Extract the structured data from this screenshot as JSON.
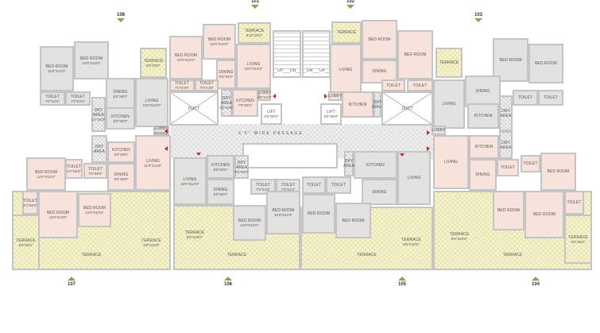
{
  "passage": {
    "label": "3'0\" WIDE PASSAGE"
  },
  "stairs": {
    "left": {
      "a": "UP",
      "b": "DN"
    },
    "right": {
      "a": "DN",
      "b": "UP"
    }
  },
  "markers": {
    "m108": "108",
    "m101": "101",
    "m102": "102",
    "m103": "103",
    "m107": "107",
    "m106": "106",
    "m105": "105",
    "m104": "104"
  },
  "colors": {
    "flat_pink": "#f8e3dc",
    "flat_gray": "#e4e2e1",
    "terrace": "#f6f4cf",
    "entry": "#d0202a",
    "marker": "#8ca05a"
  },
  "units": {
    "u108": {
      "rooms": [
        {
          "name": "BED ROOM",
          "dim": "10'0\"X12'0\""
        },
        {
          "name": "BED ROOM",
          "dim": "10'0\"X10'0\""
        },
        {
          "name": "TOILET",
          "dim": "7'0\"X4'3\""
        },
        {
          "name": "TOILET",
          "dim": "7'0\"X4'3\""
        },
        {
          "name": "DINING",
          "dim": "8'4\"X8'0\""
        },
        {
          "name": "LIVING",
          "dim": "10'0\"X14'0\""
        },
        {
          "name": "KITCHEN",
          "dim": "8'0\"X8'0\""
        },
        {
          "name": "DRY AREA",
          "dim": "4'0\"X5'0\""
        },
        {
          "name": "TERRACE",
          "dim": "8'6\"X8'0\""
        },
        {
          "name": "LOBBY",
          "dim": "4'0\"X4'3\""
        }
      ]
    },
    "u101": {
      "rooms": [
        {
          "name": "BED ROOM",
          "dim": "10'0\"X12'0\""
        },
        {
          "name": "BED ROOM",
          "dim": "10'0\"X10'0\""
        },
        {
          "name": "TERRACE",
          "dim": "9'10\"X6'0\""
        },
        {
          "name": "LIVING",
          "dim": "10'0\"X13'6\""
        },
        {
          "name": "DINING",
          "dim": "5'6\"X8'0\""
        },
        {
          "name": "TOILET",
          "dim": "7'0\"X4'0\""
        },
        {
          "name": "TOILET",
          "dim": "7'0\"X4'0\""
        },
        {
          "name": "KITCHEN",
          "dim": "7'0\"X8'0\""
        },
        {
          "name": "DRY AREA",
          "dim": "3'6\"X8'0\""
        },
        {
          "name": "LOBBY",
          "dim": "5'6\"X4'3\""
        },
        {
          "name": "DUCT",
          "dim": ""
        },
        {
          "name": "LIFT",
          "dim": "6'0\"X8'0\""
        }
      ]
    },
    "u102": {
      "rooms": [
        {
          "name": "TERRACE",
          "dim": ""
        },
        {
          "name": "BED ROOM",
          "dim": ""
        },
        {
          "name": "BED ROOM",
          "dim": ""
        },
        {
          "name": "DINING",
          "dim": ""
        },
        {
          "name": "LIVING",
          "dim": ""
        },
        {
          "name": "TOILET",
          "dim": ""
        },
        {
          "name": "TOILET",
          "dim": ""
        },
        {
          "name": "KITCHEN",
          "dim": ""
        },
        {
          "name": "DRY AREA",
          "dim": ""
        },
        {
          "name": "LOBBY",
          "dim": ""
        },
        {
          "name": "DUCT",
          "dim": ""
        },
        {
          "name": "LIFT",
          "dim": "6'0\"X8'0\""
        }
      ]
    },
    "u103": {
      "rooms": [
        {
          "name": "TERRACE",
          "dim": ""
        },
        {
          "name": "BED ROOM",
          "dim": ""
        },
        {
          "name": "BED ROOM",
          "dim": ""
        },
        {
          "name": "DINING",
          "dim": ""
        },
        {
          "name": "LIVING",
          "dim": ""
        },
        {
          "name": "KITCHEN",
          "dim": ""
        },
        {
          "name": "TOILET",
          "dim": ""
        },
        {
          "name": "TOILET",
          "dim": ""
        },
        {
          "name": "DRY AREA",
          "dim": ""
        },
        {
          "name": "DRY AREA",
          "dim": ""
        },
        {
          "name": "LOBBY",
          "dim": ""
        }
      ]
    },
    "u104": {
      "rooms": [
        {
          "name": "TERRACE",
          "dim": ""
        },
        {
          "name": "TERRACE",
          "dim": "8'6\"X10'0\""
        },
        {
          "name": "TERRACE",
          "dim": "8'0\"X8'0\""
        },
        {
          "name": "LIVING",
          "dim": ""
        },
        {
          "name": "KITCHEN",
          "dim": ""
        },
        {
          "name": "DINING",
          "dim": ""
        },
        {
          "name": "TOILET",
          "dim": ""
        },
        {
          "name": "TOILET",
          "dim": ""
        },
        {
          "name": "BED ROOM",
          "dim": ""
        },
        {
          "name": "BED ROOM",
          "dim": ""
        },
        {
          "name": "BED ROOM",
          "dim": ""
        },
        {
          "name": "TOILET",
          "dim": ""
        }
      ]
    },
    "u105": {
      "rooms": [
        {
          "name": "TERRACE",
          "dim": ""
        },
        {
          "name": "TERRACE",
          "dim": "8'6\"X10'0\""
        },
        {
          "name": "KITCHEN",
          "dim": ""
        },
        {
          "name": "LIVING",
          "dim": ""
        },
        {
          "name": "DINING",
          "dim": ""
        },
        {
          "name": "TOILET",
          "dim": ""
        },
        {
          "name": "TOILET",
          "dim": ""
        },
        {
          "name": "BED ROOM",
          "dim": ""
        },
        {
          "name": "BED ROOM",
          "dim": ""
        },
        {
          "name": "DRY AREA",
          "dim": ""
        }
      ]
    },
    "u106": {
      "rooms": [
        {
          "name": "TERRACE",
          "dim": ""
        },
        {
          "name": "TERRACE",
          "dim": "8'6\"X10'0\""
        },
        {
          "name": "LIVING",
          "dim": "10'0\"X14'0\""
        },
        {
          "name": "KITCHEN",
          "dim": "8'0\"X8'0\""
        },
        {
          "name": "DRY AREA",
          "dim": "3'6\"X8'0\""
        },
        {
          "name": "DINING",
          "dim": "8'0\"X8'0\""
        },
        {
          "name": "TOILET",
          "dim": "7'0\"X4'3\""
        },
        {
          "name": "TOILET",
          "dim": "7'0\"X4'3\""
        },
        {
          "name": "BED ROOM",
          "dim": "10'0\"X10'0\""
        },
        {
          "name": "BED ROOM",
          "dim": "10'0\"X12'0\""
        }
      ]
    },
    "u107": {
      "rooms": [
        {
          "name": "TERRACE",
          "dim": ""
        },
        {
          "name": "TERRACE",
          "dim": "8'0\"X6'0\""
        },
        {
          "name": "TERRACE",
          "dim": "8'6\"X10'0\""
        },
        {
          "name": "KITCHEN",
          "dim": "8'0\"X8'0\""
        },
        {
          "name": "LIVING",
          "dim": "11'0\"X13'0\""
        },
        {
          "name": "DINING",
          "dim": "8'6\"X8'0\""
        },
        {
          "name": "TOILET",
          "dim": "7'0\"X6'0\""
        },
        {
          "name": "TOILET",
          "dim": "4'0\"X6'0\""
        },
        {
          "name": "BED ROOM",
          "dim": "12'0\"X10'4\""
        },
        {
          "name": "TOILET",
          "dim": "4'0\"X6'0\""
        },
        {
          "name": "BED ROOM",
          "dim": "11'0\"X13'0\""
        },
        {
          "name": "BED ROOM",
          "dim": "10'0\"X10'0\""
        },
        {
          "name": "DRY AREA",
          "dim": ""
        }
      ]
    }
  }
}
